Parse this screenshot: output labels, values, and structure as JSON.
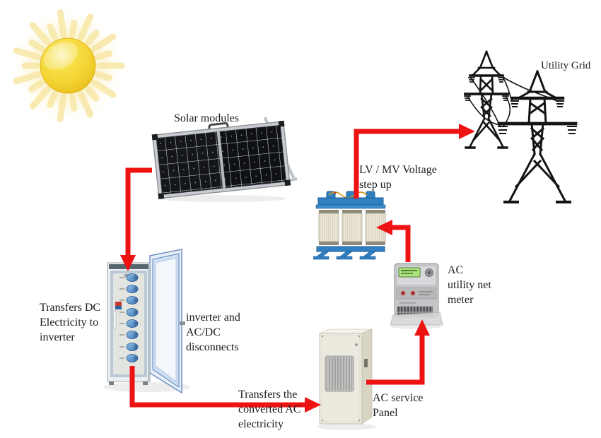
{
  "diagram": {
    "labels": {
      "solar_modules": "Solar modules",
      "transfers_dc": "Transfers DC\nElectricity to\ninverter",
      "inverter_disconnects": "inverter and\nAC/DC\ndisconnects",
      "transfers_ac": "Transfers the\nconverted AC\nelectricity",
      "ac_service_panel": "AC service\nPanel",
      "ac_utility_net_meter": "AC\nutility net\nmeter",
      "lv_mv_step_up": "LV / MV Voltage\nstep up",
      "utility_grid": "Utility Grid"
    },
    "figures": [
      "sun",
      "solar-modules",
      "inverter-cabinet",
      "ac-service-panel",
      "ac-utility-net-meter",
      "step-up-transformer",
      "utility-grid-towers"
    ],
    "flows": [
      {
        "from": "Solar modules",
        "to": "inverter and AC/DC disconnects",
        "note": "Transfers DC Electricity to inverter"
      },
      {
        "from": "inverter and AC/DC disconnects",
        "to": "AC service Panel",
        "note": "Transfers the converted AC electricity"
      },
      {
        "from": "AC service Panel",
        "to": "AC utility net meter"
      },
      {
        "from": "AC utility net meter",
        "to": "LV / MV Voltage step up"
      },
      {
        "from": "LV / MV Voltage step up",
        "to": "Utility Grid"
      }
    ],
    "colors": {
      "arrow": "#ee1313",
      "background": "#ffffff",
      "tower_black": "#141414",
      "transformer_blue": "#2f7fc1",
      "cabinet_door_blue": "#cfdff2",
      "sun_yellow": "#f3d433",
      "panel_beige": "#ece9de",
      "meter_lcd_green": "#abe57d"
    }
  }
}
